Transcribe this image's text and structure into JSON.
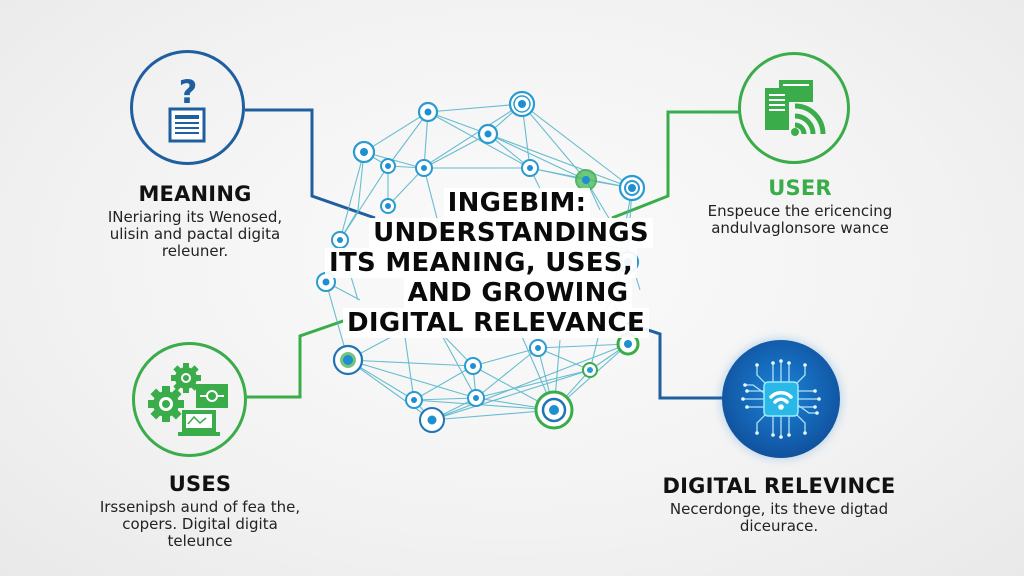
{
  "title": {
    "lines": [
      "INGEBIM:",
      "UNDERSTANDINGS",
      "ITS MEANING, USES,",
      "AND GROWING",
      "DIGITAL RELEVANCE"
    ]
  },
  "sections": {
    "meaning": {
      "heading": "MEANING",
      "description_lines": [
        "INeriaring its  Wenosed,",
        "ulisin and pactal digita",
        "releuner."
      ],
      "icon": "question-document-icon",
      "color": "#1f5fa0"
    },
    "user": {
      "heading": "USER",
      "description_lines": [
        "Enspeuce the ericencing",
        "andulvaglonsore wance"
      ],
      "icon": "devices-wireless-icon",
      "color": "#3aac4a"
    },
    "uses": {
      "heading": "USES",
      "description_lines": [
        "Irssenipsh aund of fea the,",
        "copers. Digital digita",
        "teleunce"
      ],
      "icon": "gears-devices-icon",
      "color": "#3aac4a"
    },
    "digital_relevance": {
      "heading": "DIGITAL RELEVINCE",
      "description_lines": [
        "Necerdonge, its theve digtad",
        "diceurace."
      ],
      "icon": "chip-wifi-icon",
      "color": "#1565b8"
    }
  },
  "colors": {
    "blue": "#1f5fa0",
    "green": "#3aac4a",
    "network_line": "#4fb3c8",
    "node_blue": "#1e8fd0",
    "node_green": "#3aac4a"
  }
}
